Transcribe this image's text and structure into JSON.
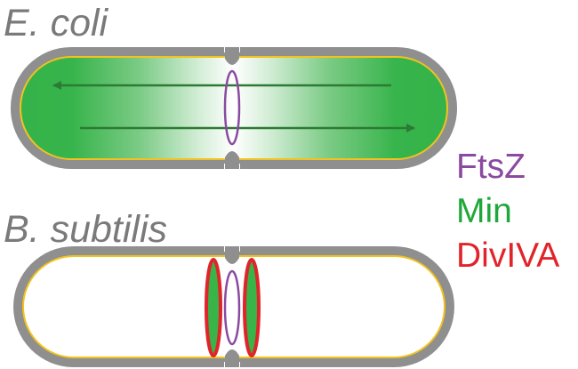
{
  "cells": [
    {
      "species": "E. coli"
    },
    {
      "species": "B. subtilis"
    }
  ],
  "legend": [
    {
      "label": "FtsZ",
      "color": "#8a4aa0"
    },
    {
      "label": "Min",
      "color": "#1fa83a"
    },
    {
      "label": "DivIVA",
      "color": "#e0242a"
    }
  ],
  "colors": {
    "species_text": "#7a7a7a",
    "cell_wall": "#8f8f8f",
    "membrane": "#f2c21e",
    "min_green": "#38b448",
    "min_arrow": "#2c7a34",
    "ftsz_ring": "#8a4aa0",
    "diviva_ring": "#e0242a",
    "background": "#ffffff"
  }
}
